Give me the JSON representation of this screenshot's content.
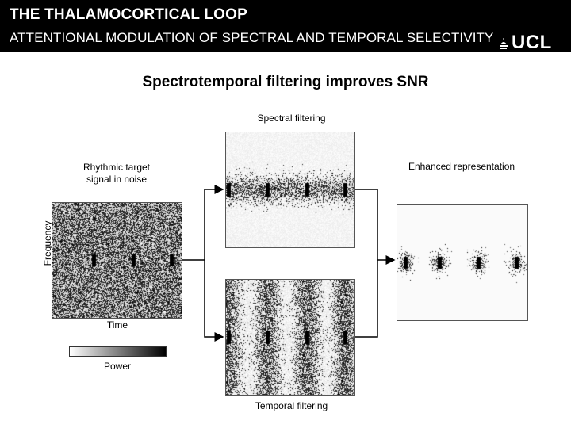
{
  "header": {
    "title": "THE THALAMOCORTICAL LOOP",
    "subtitle": "ATTENTIONAL MODULATION OF SPECTRAL AND TEMPORAL SELECTIVITY",
    "logo_text": "UCL"
  },
  "slide": {
    "title": "Spectrotemporal filtering improves SNR"
  },
  "labels": {
    "spectral": "Spectral filtering",
    "rhythmic_line1": "Rhythmic target",
    "rhythmic_line2": "signal in noise",
    "enhanced": "Enhanced representation",
    "frequency": "Frequency",
    "time": "Time",
    "power": "Power",
    "temporal": "Temporal filtering"
  },
  "colors": {
    "header_bg": "#000000",
    "header_text": "#ffffff",
    "arrow": "#000000"
  }
}
